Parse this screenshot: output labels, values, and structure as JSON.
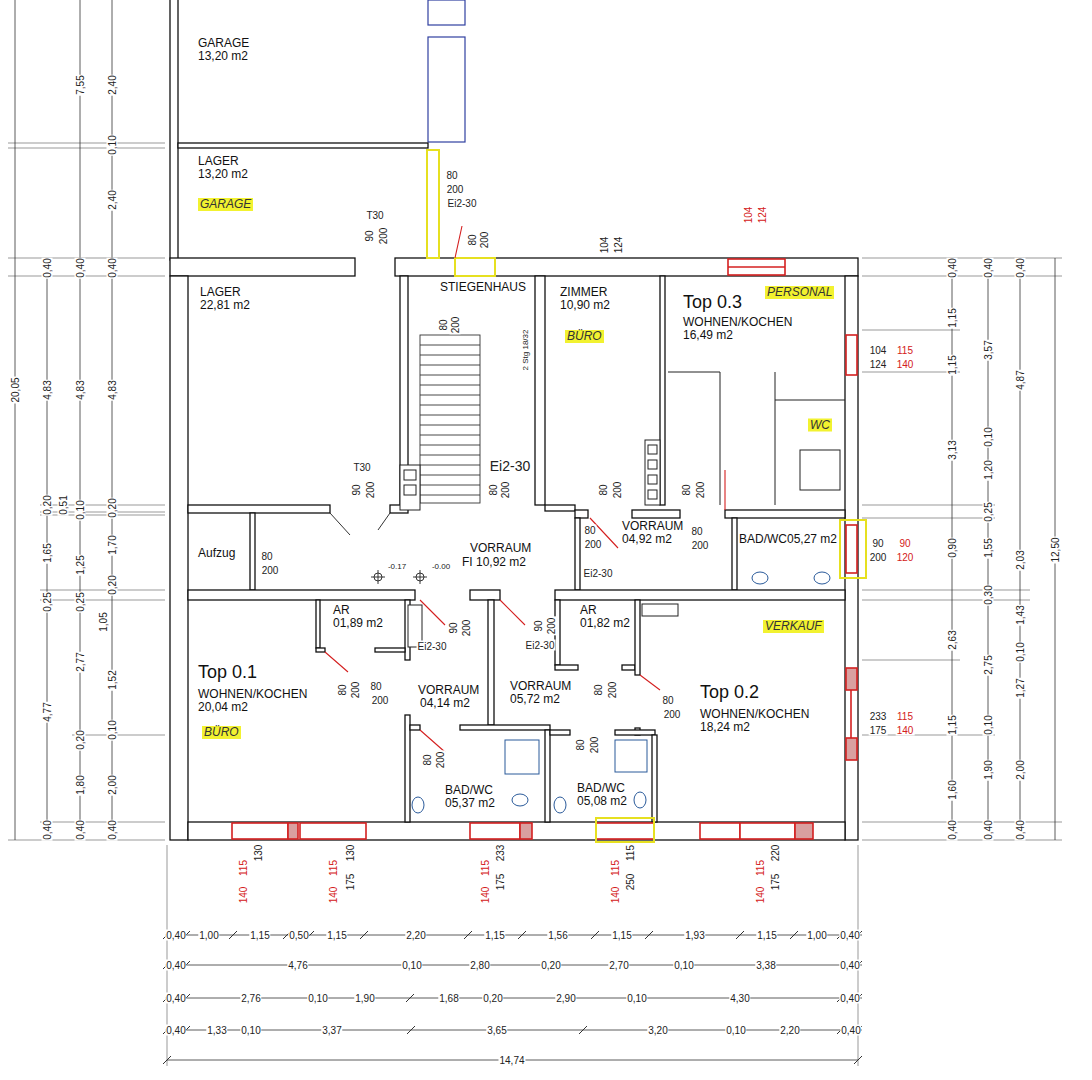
{
  "diagram": {
    "nodes": [
      {
        "text": [
          "GARAGE",
          "13,20 m2"
        ]
      },
      {
        "text": [
          "LAGER",
          "13,20 m2",
          "GARAGE"
        ]
      },
      {
        "text": [
          "LAGER",
          "22,81 m2"
        ]
      },
      {
        "text": [
          "STIEGENHAUS"
        ]
      },
      {
        "text": [
          "ZIMMER",
          "10,90 m2",
          "BÜRO"
        ]
      },
      {
        "text": [
          "Top 0.3",
          "WOHNEN/KOCHEN",
          "16,49 m2",
          "PERSONAL"
        ]
      },
      {
        "text": [
          "Aufzug"
        ]
      },
      {
        "text": [
          "VORRAUM",
          "FI 10,92 m2"
        ]
      },
      {
        "text": [
          "VORRAUM",
          "04,92 m2"
        ]
      },
      {
        "text": [
          "BAD/WC",
          "05,27 m2"
        ]
      },
      {
        "text": [
          "Top 0.1",
          "WOHNEN/KOCHEN",
          "20,04 m2",
          "BÜRO"
        ]
      },
      {
        "text": [
          "AR",
          "01,89 m2"
        ]
      },
      {
        "text": [
          "VORRAUM",
          "04,14 m2"
        ]
      },
      {
        "text": [
          "BAD/WC",
          "05,37 m2"
        ]
      },
      {
        "text": [
          "VORRAUM",
          "05,72 m2"
        ]
      },
      {
        "text": [
          "AR",
          "01,82 m2"
        ]
      },
      {
        "text": [
          "BAD/WC",
          "05,08 m2"
        ]
      },
      {
        "text": [
          "Top 0.2",
          "WOHNEN/KOCHEN",
          "18,24 m2",
          "VERKAUF"
        ]
      }
    ],
    "labels": [
      "20,05",
      "0,40",
      "4,83",
      "0,20",
      "1,65",
      "0,25",
      "4,77",
      "0,40",
      "0,51",
      "7,55",
      "0,40",
      "4,83",
      "0,10",
      "1,25",
      "0,25",
      "2,77",
      "0,20",
      "1,80",
      "0,40",
      "1,05",
      "2,40",
      "0,10",
      "2,40",
      "0,40",
      "4,83",
      "0,20",
      "1,70",
      "0,20",
      "1,52",
      "0,10",
      "2,00",
      "0,40",
      "0,40",
      "1,15",
      "1,15",
      "3,13",
      "0,90",
      "2,63",
      "1,15",
      "1,60",
      "0,40",
      "0,40",
      "3,57",
      "0,10",
      "1,20",
      "0,25",
      "1,55",
      "0,30",
      "2,75",
      "0,10",
      "1,90",
      "0,40",
      "0,40",
      "4,87",
      "2,03",
      "1,43",
      "0,10",
      "1,27",
      "2,00",
      "0,40",
      "12,50",
      "0,40",
      "1,00",
      "1,15",
      "0,50",
      "1,15",
      "2,20",
      "1,15",
      "1,56",
      "1,15",
      "1,93",
      "1,15",
      "1,00",
      "0,40",
      "0,40",
      "4,76",
      "0,10",
      "2,80",
      "0,20",
      "2,70",
      "0,10",
      "3,38",
      "0,40",
      "0,40",
      "2,76",
      "0,10",
      "1,90",
      "1,68",
      "0,20",
      "2,90",
      "0,10",
      "4,30",
      "0,40",
      "0,40",
      "1,33",
      "0,10",
      "3,37",
      "3,65",
      "3,20",
      "0,10",
      "2,20",
      "0,40",
      "14,74",
      "115",
      "140",
      "130",
      "115",
      "140",
      "130",
      "175",
      "115",
      "140",
      "233",
      "175",
      "115",
      "140",
      "115",
      "250",
      "115",
      "140",
      "220",
      "175",
      "104",
      "124",
      "115",
      "140",
      "90",
      "200",
      "90",
      "120",
      "233",
      "175",
      "115",
      "140",
      "104",
      "124",
      "104",
      "124",
      "80",
      "200",
      "Ei2-30",
      "T30",
      "90",
      "200",
      "80",
      "200",
      "80",
      "200",
      "2 Stg 18/32",
      "T30",
      "90",
      "200",
      "Ei2-30",
      "80",
      "200",
      "80",
      "200",
      "80",
      "200",
      "80",
      "200",
      "80",
      "200",
      "Ei2-30",
      "80",
      "200",
      "-0.17",
      "-0.00",
      "90",
      "200",
      "Ei2-30",
      "90",
      "200",
      "Ei2-30",
      "80",
      "200",
      "80",
      "200",
      "80",
      "200",
      "80",
      "200",
      "80",
      "200",
      "80",
      "200",
      "WC"
    ]
  }
}
